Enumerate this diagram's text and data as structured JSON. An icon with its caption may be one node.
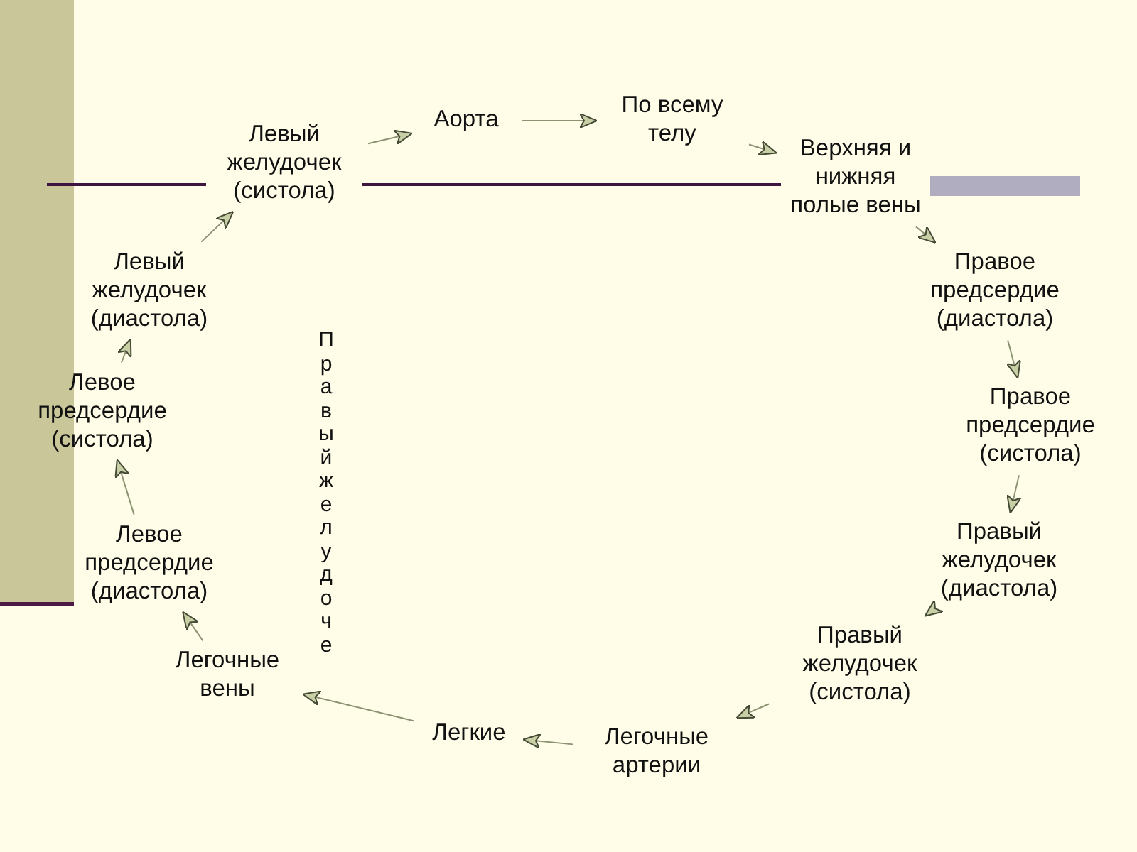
{
  "diagram": {
    "nodes": [
      {
        "text": [
          "Левый желудочек (систола)"
        ]
      },
      {
        "text": [
          "Аорта"
        ]
      },
      {
        "text": [
          "По всему телу"
        ]
      },
      {
        "text": [
          "Верхняя и нижняя полые вены"
        ]
      },
      {
        "text": [
          "Правое предсердие (диастола)"
        ]
      },
      {
        "text": [
          "Правое предсердие (систола)"
        ]
      },
      {
        "text": [
          "Правый желудочек (диастола)"
        ]
      },
      {
        "text": [
          "Правый желудочек (систола)"
        ]
      },
      {
        "text": [
          "Легочные артерии"
        ]
      },
      {
        "text": [
          "Легкие"
        ]
      },
      {
        "text": [
          "Легочные вены"
        ]
      },
      {
        "text": [
          "Левое предсердие (диастола)"
        ]
      },
      {
        "text": [
          "Левое предсердие (систола)"
        ]
      },
      {
        "text": [
          "Левый желудочек (диастола)"
        ]
      }
    ],
    "edges": [
      {
        "from": 0,
        "to": 1,
        "arrow": "to"
      },
      {
        "from": 1,
        "to": 2,
        "arrow": "to"
      },
      {
        "from": 2,
        "to": 3,
        "arrow": "to"
      },
      {
        "from": 3,
        "to": 4,
        "arrow": "to"
      },
      {
        "from": 4,
        "to": 5,
        "arrow": "to"
      },
      {
        "from": 5,
        "to": 6,
        "arrow": "to"
      },
      {
        "from": 6,
        "to": 7,
        "arrow": "to"
      },
      {
        "from": 7,
        "to": 8,
        "arrow": "to"
      },
      {
        "from": 8,
        "to": 9,
        "arrow": "to"
      },
      {
        "from": 9,
        "to": 10,
        "arrow": "to"
      },
      {
        "from": 10,
        "to": 11,
        "arrow": "to"
      },
      {
        "from": 11,
        "to": 12,
        "arrow": "to"
      },
      {
        "from": 12,
        "to": 13,
        "arrow": "to"
      },
      {
        "from": 13,
        "to": 0,
        "arrow": "to"
      }
    ],
    "labels": [
      "Правый желудоче"
    ]
  }
}
